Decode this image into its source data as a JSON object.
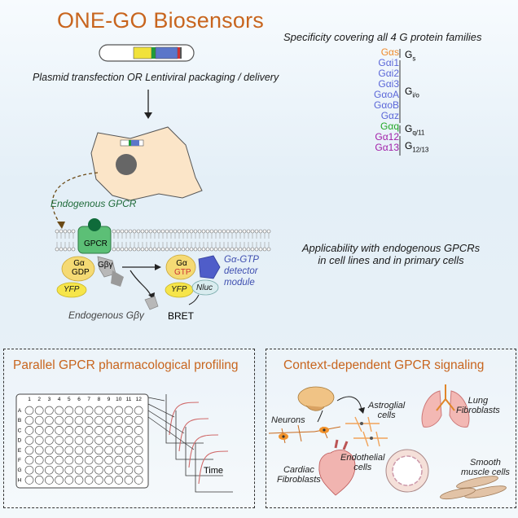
{
  "title": "ONE-GO Biosensors",
  "specificity": "Specificity covering all 4 G protein families",
  "delivery": "Plasmid transfection OR Lentiviral packaging / delivery",
  "applicability_line1": "Applicability with endogenous GPCRs",
  "applicability_line2": "in cell lines and in primary cells",
  "gprotein_list": [
    {
      "name": "Gαs",
      "color": "#f08c2c"
    },
    {
      "name": "Gαi1",
      "color": "#5a66d8"
    },
    {
      "name": "Gαi2",
      "color": "#5a66d8"
    },
    {
      "name": "Gαi3",
      "color": "#5a66d8"
    },
    {
      "name": "GαoA",
      "color": "#5a66d8"
    },
    {
      "name": "GαoB",
      "color": "#5a66d8"
    },
    {
      "name": "Gαz",
      "color": "#5a66d8"
    },
    {
      "name": "Gαq",
      "color": "#22a826"
    },
    {
      "name": "Gα12",
      "color": "#a11fa8"
    },
    {
      "name": "Gα13",
      "color": "#a11fa8"
    }
  ],
  "families": {
    "gs": {
      "base": "G",
      "sub": "s"
    },
    "gio": {
      "base": "G",
      "sub": "i/o"
    },
    "gq": {
      "base": "G",
      "sub": "q/11"
    },
    "g1213": {
      "base": "G",
      "sub": "12/13"
    }
  },
  "mechanism": {
    "endogenous_gpcr": "Endogenous GPCR",
    "gpcr": "GPCR",
    "galpha": "Gα",
    "gdp": "GDP",
    "gbg": "Gβγ",
    "yfp": "YFP",
    "gtp": "GTP",
    "nluc": "Nluc",
    "detector_line1": "Gα-GTP",
    "detector_line2": "detector",
    "detector_line3": "module",
    "endogenous_gbg": "Endogenous Gβγ",
    "bret": "BRET"
  },
  "panel_left": {
    "title": "Parallel GPCR pharmacological profiling",
    "cols": [
      "1",
      "2",
      "3",
      "4",
      "5",
      "6",
      "7",
      "8",
      "9",
      "10",
      "11",
      "12"
    ],
    "rows": [
      "A",
      "B",
      "C",
      "D",
      "E",
      "F",
      "G",
      "H"
    ],
    "time_label": "Time"
  },
  "panel_right": {
    "title": "Context-dependent GPCR signaling",
    "neurons": "Neurons",
    "astroglial_1": "Astroglial",
    "astroglial_2": "cells",
    "lung_1": "Lung",
    "lung_2": "Fibroblasts",
    "cardiac_1": "Cardiac",
    "cardiac_2": "Fibroblasts",
    "endothelial_1": "Endothelial",
    "endothelial_2": "cells",
    "smooth_1": "Smooth",
    "smooth_2": "muscle cells"
  }
}
